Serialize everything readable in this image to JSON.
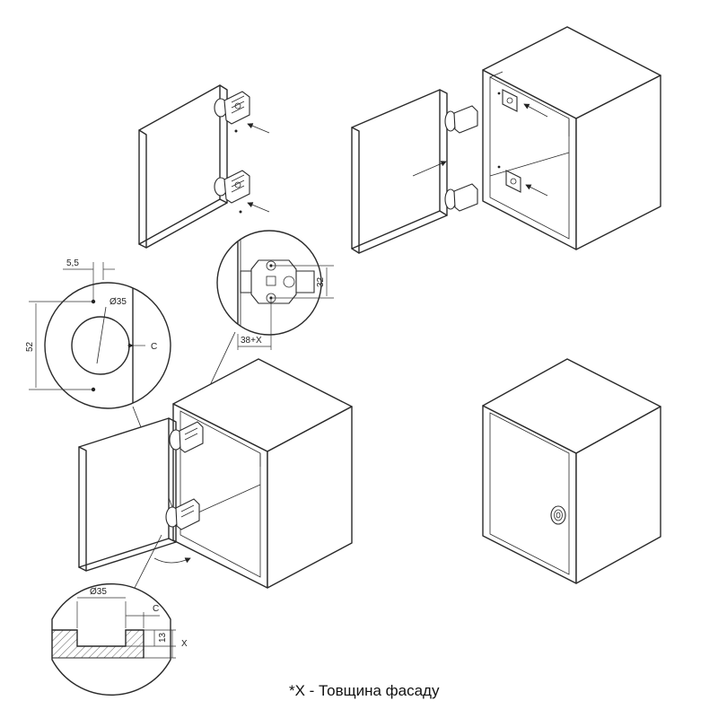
{
  "footnote": "*X - Товщина фасаду",
  "dimensions": {
    "top_offset": "5,5",
    "cup_diameter_top": "Ø35",
    "height": "52",
    "edge_distance_top": "C",
    "plate_height": "32",
    "plate_offset": "38+X",
    "cup_diameter_section": "Ø35",
    "edge_distance_section": "C",
    "cup_depth": "13",
    "thickness": "X"
  },
  "icons": [
    "arrow-icon",
    "hinge-icon",
    "rotation-arrow-icon",
    "lock-icon"
  ]
}
